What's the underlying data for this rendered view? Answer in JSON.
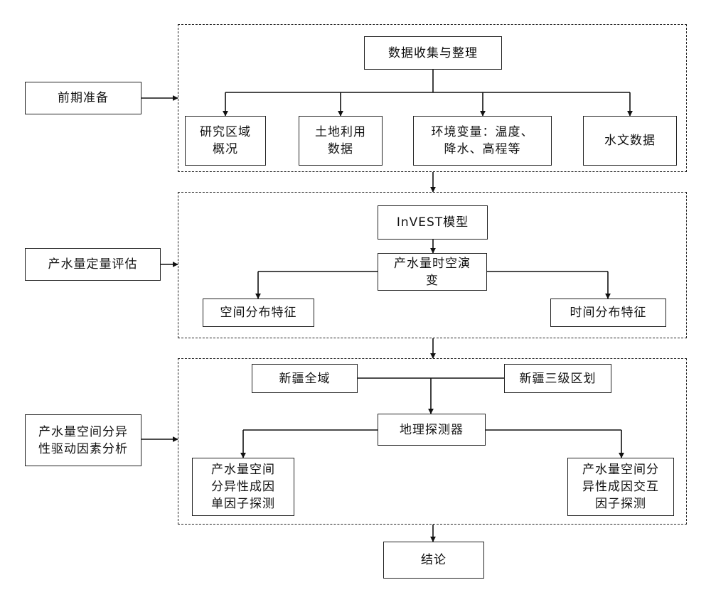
{
  "stages": {
    "prep": "前期准备",
    "water_eval": "产水量定量评估",
    "driver_analysis": "产水量空间分异\n性驱动因素分析"
  },
  "section1": {
    "collect": "数据收集与整理",
    "study_area": "研究区域\n概况",
    "land_use": "土地利用\n数据",
    "env_vars": "环境变量：温度、\n降水、高程等",
    "hydro": "水文数据"
  },
  "section2": {
    "invest": "InVEST模型",
    "spatiotemporal": "产水量时空演\n变",
    "spatial_dist": "空间分布特征",
    "temporal_dist": "时间分布特征"
  },
  "section3": {
    "xinjiang_all": "新疆全域",
    "xinjiang_zones": "新疆三级区划",
    "geodetector": "地理探测器",
    "single_factor": "产水量空间\n分异性成因\n单因子探测",
    "interaction": "产水量空间分\n异性成因交互\n因子探测"
  },
  "conclusion": "结论"
}
